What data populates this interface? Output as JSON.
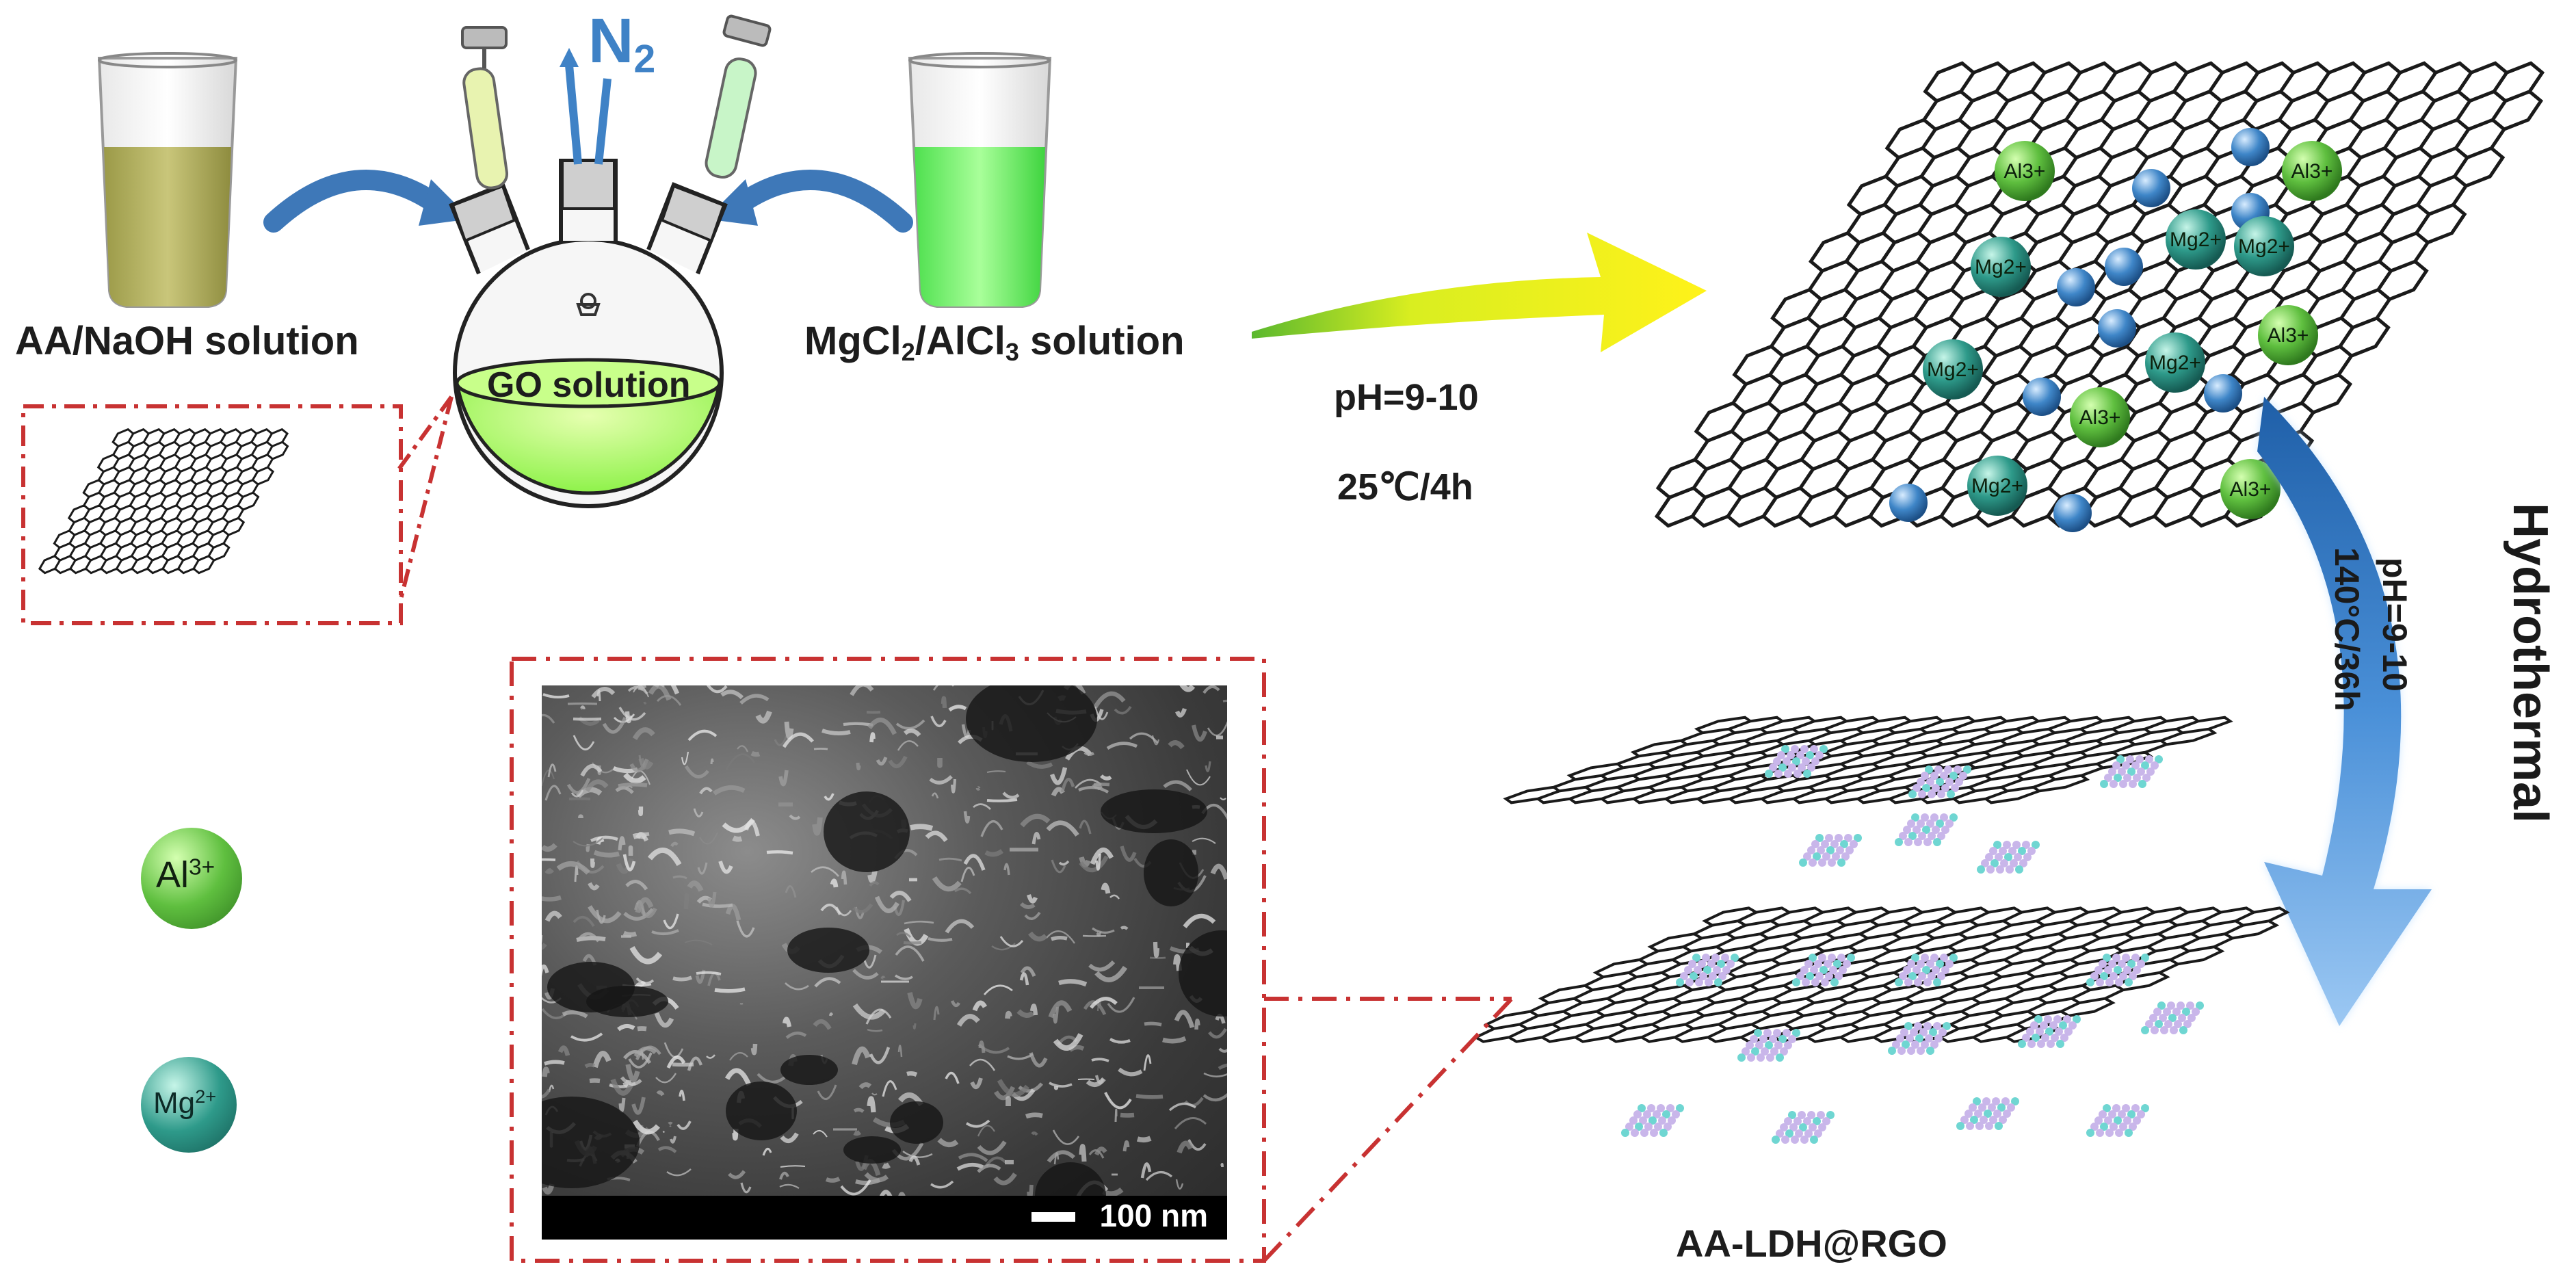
{
  "labels": {
    "n2": "N",
    "n2_sub": "2",
    "aa_naoh": "AA/NaOH solution",
    "go_solution": "GO solution",
    "mgcl_prefix": "MgCl",
    "mgcl_sub": "2",
    "alcl_mid": "/AlCl",
    "alcl_sub": "3",
    "solution_word": " solution",
    "ph_1": "pH=9-10",
    "temp_1": "25℃/4h",
    "hydrothermal": "Hydrothermal",
    "ph_2": "pH=9-10",
    "temp_2": "140°C/36h",
    "product": "AA-LDH@RGO",
    "scale": "100 nm"
  },
  "legend": {
    "al_symbol": "Al",
    "al_charge": "3+",
    "mg_symbol": "Mg",
    "mg_charge": "2+"
  },
  "sheet_ions": [
    {
      "sym": "Al",
      "chg": "3+"
    },
    {
      "sym": "Mg",
      "chg": "2+"
    },
    {
      "sym": "Al",
      "chg": "3+"
    },
    {
      "sym": "Mg",
      "chg": "2+"
    },
    {
      "sym": "Mg",
      "chg": "2+"
    },
    {
      "sym": "Mg",
      "chg": "2+"
    },
    {
      "sym": "Mg",
      "chg": "2+"
    },
    {
      "sym": "Al",
      "chg": "3+"
    },
    {
      "sym": "Al",
      "chg": "3+"
    },
    {
      "sym": "Mg",
      "chg": "2+"
    },
    {
      "sym": "Al",
      "chg": "3+"
    }
  ],
  "colors": {
    "al_green": "#5fbf3f",
    "mg_teal": "#2e9a8a",
    "anion_blue": "#3f86c8",
    "arrow_yellow": "#f3ec1f",
    "curved_arrow_blue": "#4a90d8",
    "dash_red": "#c83232",
    "liquid_green": "#8cf06a"
  }
}
